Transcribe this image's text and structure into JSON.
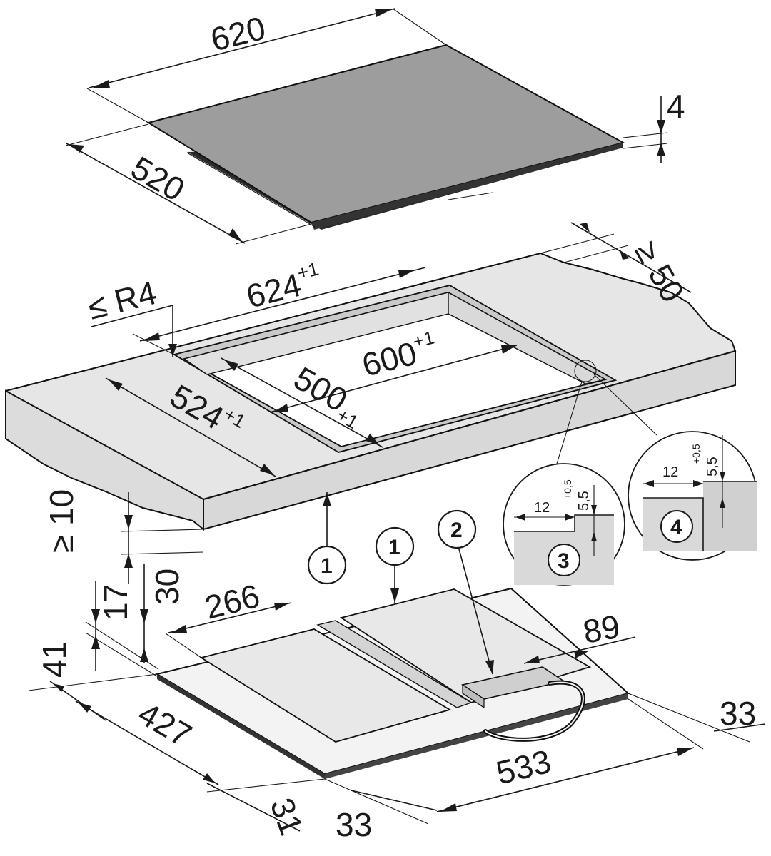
{
  "hob": {
    "width": "620",
    "depth": "520",
    "thickness": "4"
  },
  "cutout": {
    "radius": "≤ R4",
    "outer_width": "624",
    "outer_width_tol": "+1",
    "outer_depth": "524",
    "outer_depth_tol": "+1",
    "inner_width": "600",
    "inner_width_tol": "+1",
    "inner_depth": "500",
    "inner_depth_tol": "+1",
    "rear_clearance": "≥ 50",
    "front_clearance": "≥ 10"
  },
  "details": {
    "rebate_width": "12",
    "rebate_depth": "5,5",
    "rebate_tol": "+0,5"
  },
  "unit": {
    "height_a": "17",
    "height_b": "30",
    "top_width": "266",
    "side_depth": "427",
    "offset_front": "41",
    "front_offset": "31",
    "front_edge": "33",
    "rear_width": "533",
    "rear_edge": "33",
    "connection_offset": "89"
  },
  "callouts": [
    "1",
    "1",
    "2",
    "3",
    "4"
  ],
  "colors": {
    "hob_glass": "#9d9d9d",
    "worktop": "#e6e6e6",
    "unit_top": "#ececec",
    "line": "#1a1a1a"
  }
}
